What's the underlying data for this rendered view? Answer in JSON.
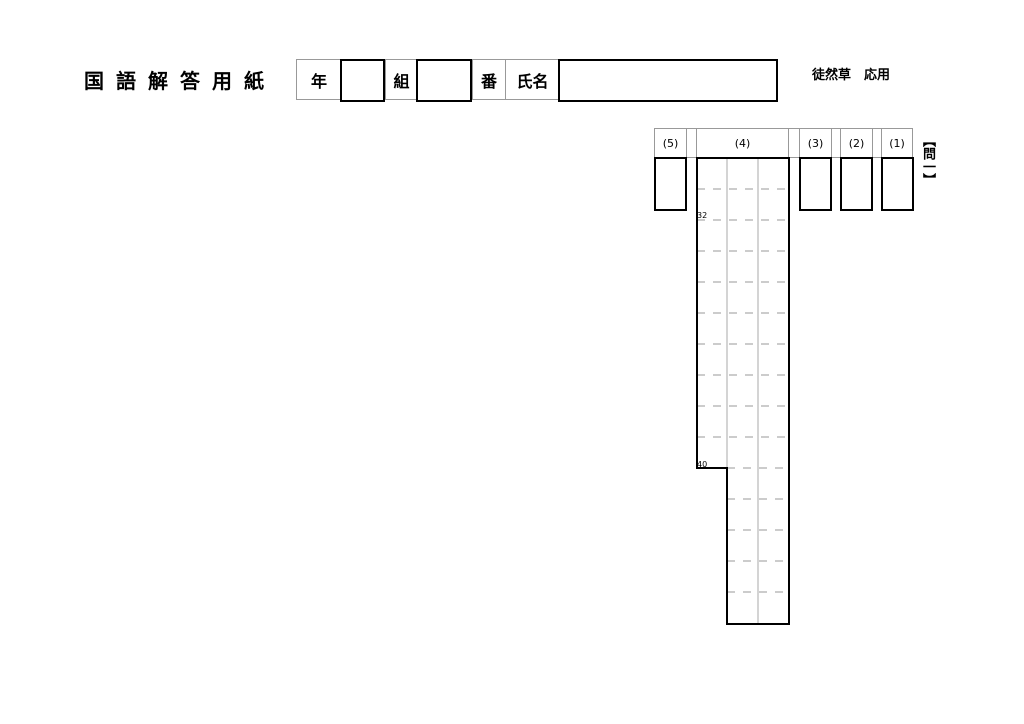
{
  "sheet": {
    "title": "国語解答用紙",
    "subject": "徒然草　応用"
  },
  "info": {
    "year_label": "年",
    "class_label": "組",
    "number_label": "番",
    "name_label": "氏名"
  },
  "question": {
    "section_label": "【問一】",
    "parts": [
      {
        "label": "(1)"
      },
      {
        "label": "(2)"
      },
      {
        "label": "(3)"
      },
      {
        "label": "(4)"
      },
      {
        "label": "(5)"
      }
    ],
    "grid_markers": [
      "32",
      "40"
    ]
  }
}
